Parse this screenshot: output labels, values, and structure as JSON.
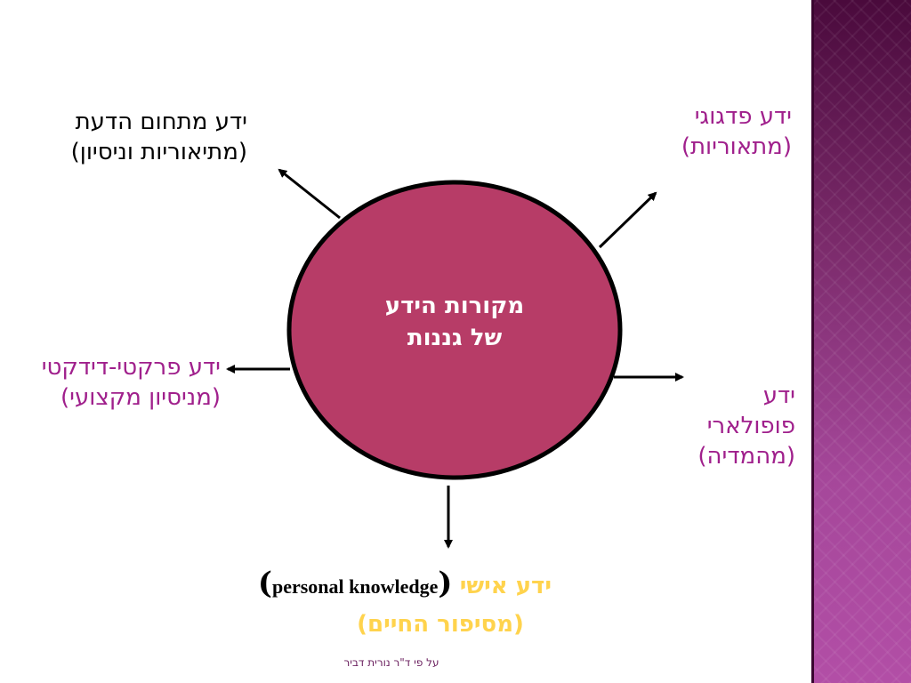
{
  "colors": {
    "circle_fill": "#b73c67",
    "circle_stroke": "#000000",
    "magenta_text": "#a0208c",
    "black_text": "#000000",
    "yellow_text": "#ffd34d",
    "credit_text": "#6a1f5e"
  },
  "center": {
    "line1": "מקורות הידע",
    "line2": "של גננות"
  },
  "labels": {
    "top_left": {
      "line1": "ידע מתחום הדעת",
      "line2": "(מתיאוריות וניסיון)"
    },
    "top_right": {
      "line1": "ידע פדגוגי",
      "line2": "(מתאוריות)"
    },
    "middle_left": {
      "line1": "ידע פרקטי-דידקטי",
      "line2": "(מניסיון מקצועי)"
    },
    "middle_right": {
      "line1": "ידע",
      "line2": "פופולארי",
      "line3": "(מהמדיה)"
    },
    "bottom": {
      "hebrew": "ידע אישי",
      "open_paren": "(",
      "english": "personal knowledge",
      "close_paren": ")",
      "line2": "(מסיפור החיים)"
    }
  },
  "footer": {
    "credit": "על פי ד\"ר נורית דביר"
  }
}
